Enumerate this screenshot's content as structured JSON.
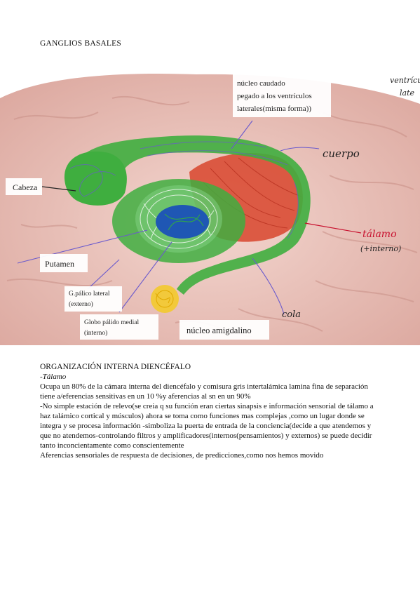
{
  "page_title": "GANGLIOS BASALES",
  "figure": {
    "labels": {
      "caudado_line1": "núcleo caudado",
      "caudado_line2": "pegado a los ventrículos",
      "caudado_line3": "laterales(misma forma))",
      "cabeza": "Cabeza",
      "putamen": "Putamen",
      "palido_lateral_1": "G.pálico lateral",
      "palido_lateral_2": "(externo)",
      "palido_medial_1": "Globo pálido medial",
      "palido_medial_2": "(interno)",
      "amigdalino": "núcleo amigdalino"
    },
    "handwritten": {
      "cuerpo": "cuerpo",
      "talamo": "tálamo",
      "talamo_sub": "(+interno)",
      "cola": "cola",
      "ventriculo_1": "ventrícu",
      "ventriculo_2": "late"
    }
  },
  "section": {
    "heading": "ORGANIZACIÓN INTERNA DIENCÉFALO",
    "subheading": "-Tálamo",
    "paragraphs": [
      "Ocupa un 80% de la cámara interna del diencéfalo y comisura gris intertalámica lamina fina de separación",
      "tiene a/eferencias  sensitivas en un 10 %y aferencias  al sn  en un 90%",
      "-No simple estación de relevo(se creia q su función eran ciertas sinapsis e información sensorial de tálamo a haz talámico cortical y músculos) ahora se toma como funciones mas complejas ,como un lugar donde se integra y se procesa información -simboliza la puerta de entrada de la conciencia(decide a que atendemos y que no atendemos-controlando filtros y amplificadores(internos(pensamientos) y externos) se puede decidir tanto inconcientamente como conscientemente",
      "Aferencias sensoriales de respuesta de decisiones, de predicciones,como nos hemos movido"
    ]
  },
  "colors": {
    "brain": "#e8c4bd",
    "caudate_green": "#3fae3f",
    "thalamus_red": "#d8452d",
    "globus_blue": "#1f57b4",
    "amygdala_yellow": "#f2c93b",
    "ink_purple": "#6a5acd",
    "ink_red": "#c8102e"
  }
}
